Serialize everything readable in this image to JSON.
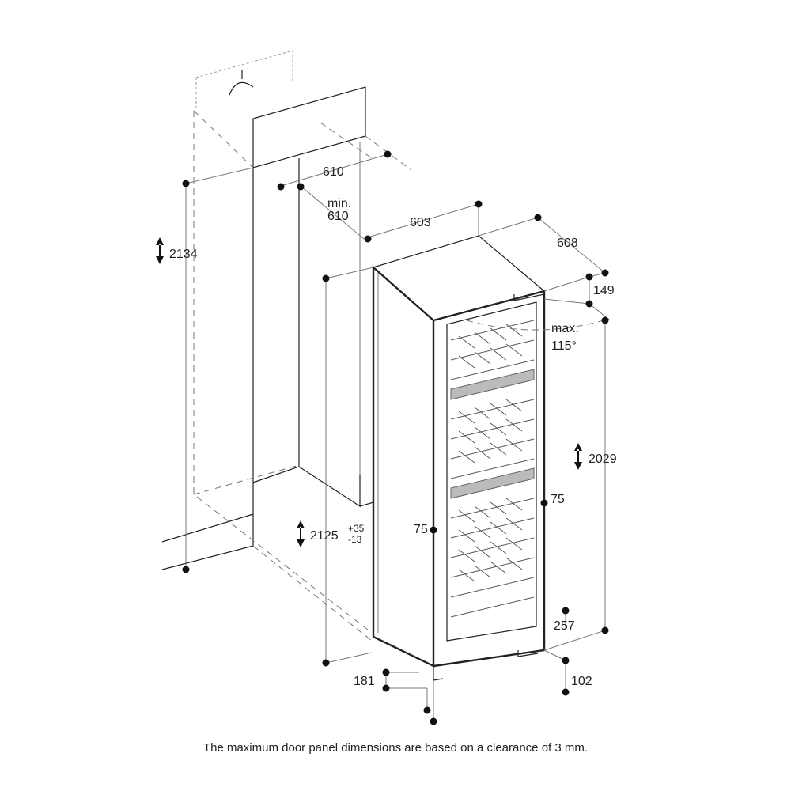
{
  "dimensions": {
    "niche_depth": "610",
    "min_label": "min.",
    "min_value": "610",
    "niche_height": "2134",
    "width": "603",
    "depth": "608",
    "handle_depth": "149",
    "door_angle_max": "max.",
    "door_angle": "115°",
    "door_height": "2029",
    "hinge_right": "75",
    "hinge_left": "75",
    "height": "2125",
    "tolerance_plus": "+35",
    "tolerance_minus": "-13",
    "bottom_panel": "257",
    "plinth_left": "181",
    "plinth_right": "102"
  },
  "caption": "The maximum door panel dimensions are based on a clearance of 3 mm."
}
